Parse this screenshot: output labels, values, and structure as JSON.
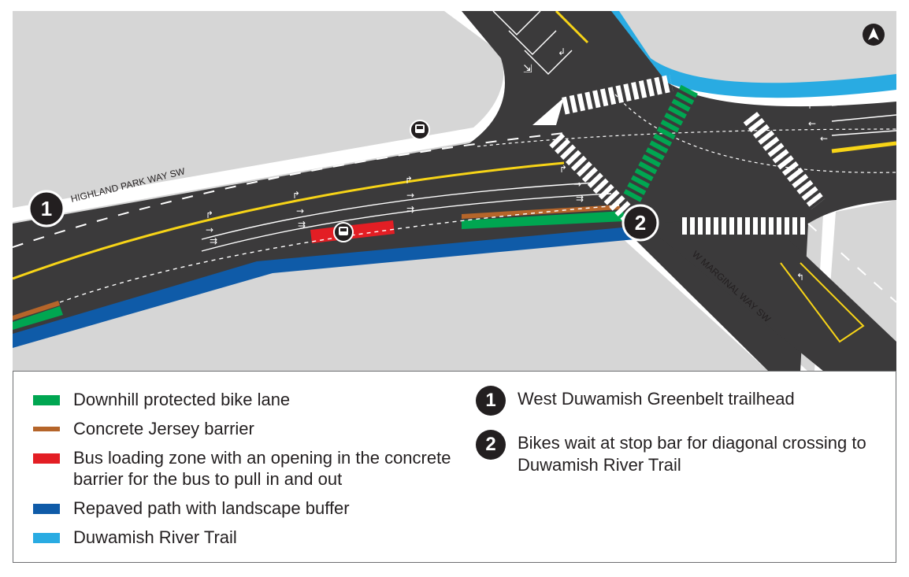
{
  "map": {
    "streets": [
      {
        "name": "HIGHLAND PARK WAY SW"
      },
      {
        "name": "W MARGINAL WAY SW"
      }
    ],
    "markers": [
      {
        "number": "1"
      },
      {
        "number": "2"
      }
    ],
    "icons": [
      "north-arrow-icon",
      "bus-stop-icon",
      "bus-stop-icon"
    ]
  },
  "colors": {
    "road": "#3b3a3b",
    "ground": "#d6d6d6",
    "green": "#00a651",
    "brown": "#b5652a",
    "red": "#e31e24",
    "dark_blue": "#0f5ba8",
    "light_blue": "#29abe2",
    "yellow": "#f7d417"
  },
  "legend": {
    "items": [
      {
        "label": "Downhill protected bike lane",
        "color": "#00a651"
      },
      {
        "label": "Concrete Jersey barrier",
        "color": "#b5652a"
      },
      {
        "label": "Bus loading zone with an opening in the concrete barrier for the bus to pull in and out",
        "color": "#e31e24"
      },
      {
        "label": "Repaved path with landscape buffer",
        "color": "#0f5ba8"
      },
      {
        "label": "Duwamish River Trail",
        "color": "#29abe2"
      }
    ]
  },
  "callouts": [
    {
      "number": "1",
      "text": "West Duwamish Greenbelt trailhead"
    },
    {
      "number": "2",
      "text": "Bikes wait at stop bar for diagonal crossing to Duwamish River Trail"
    }
  ]
}
